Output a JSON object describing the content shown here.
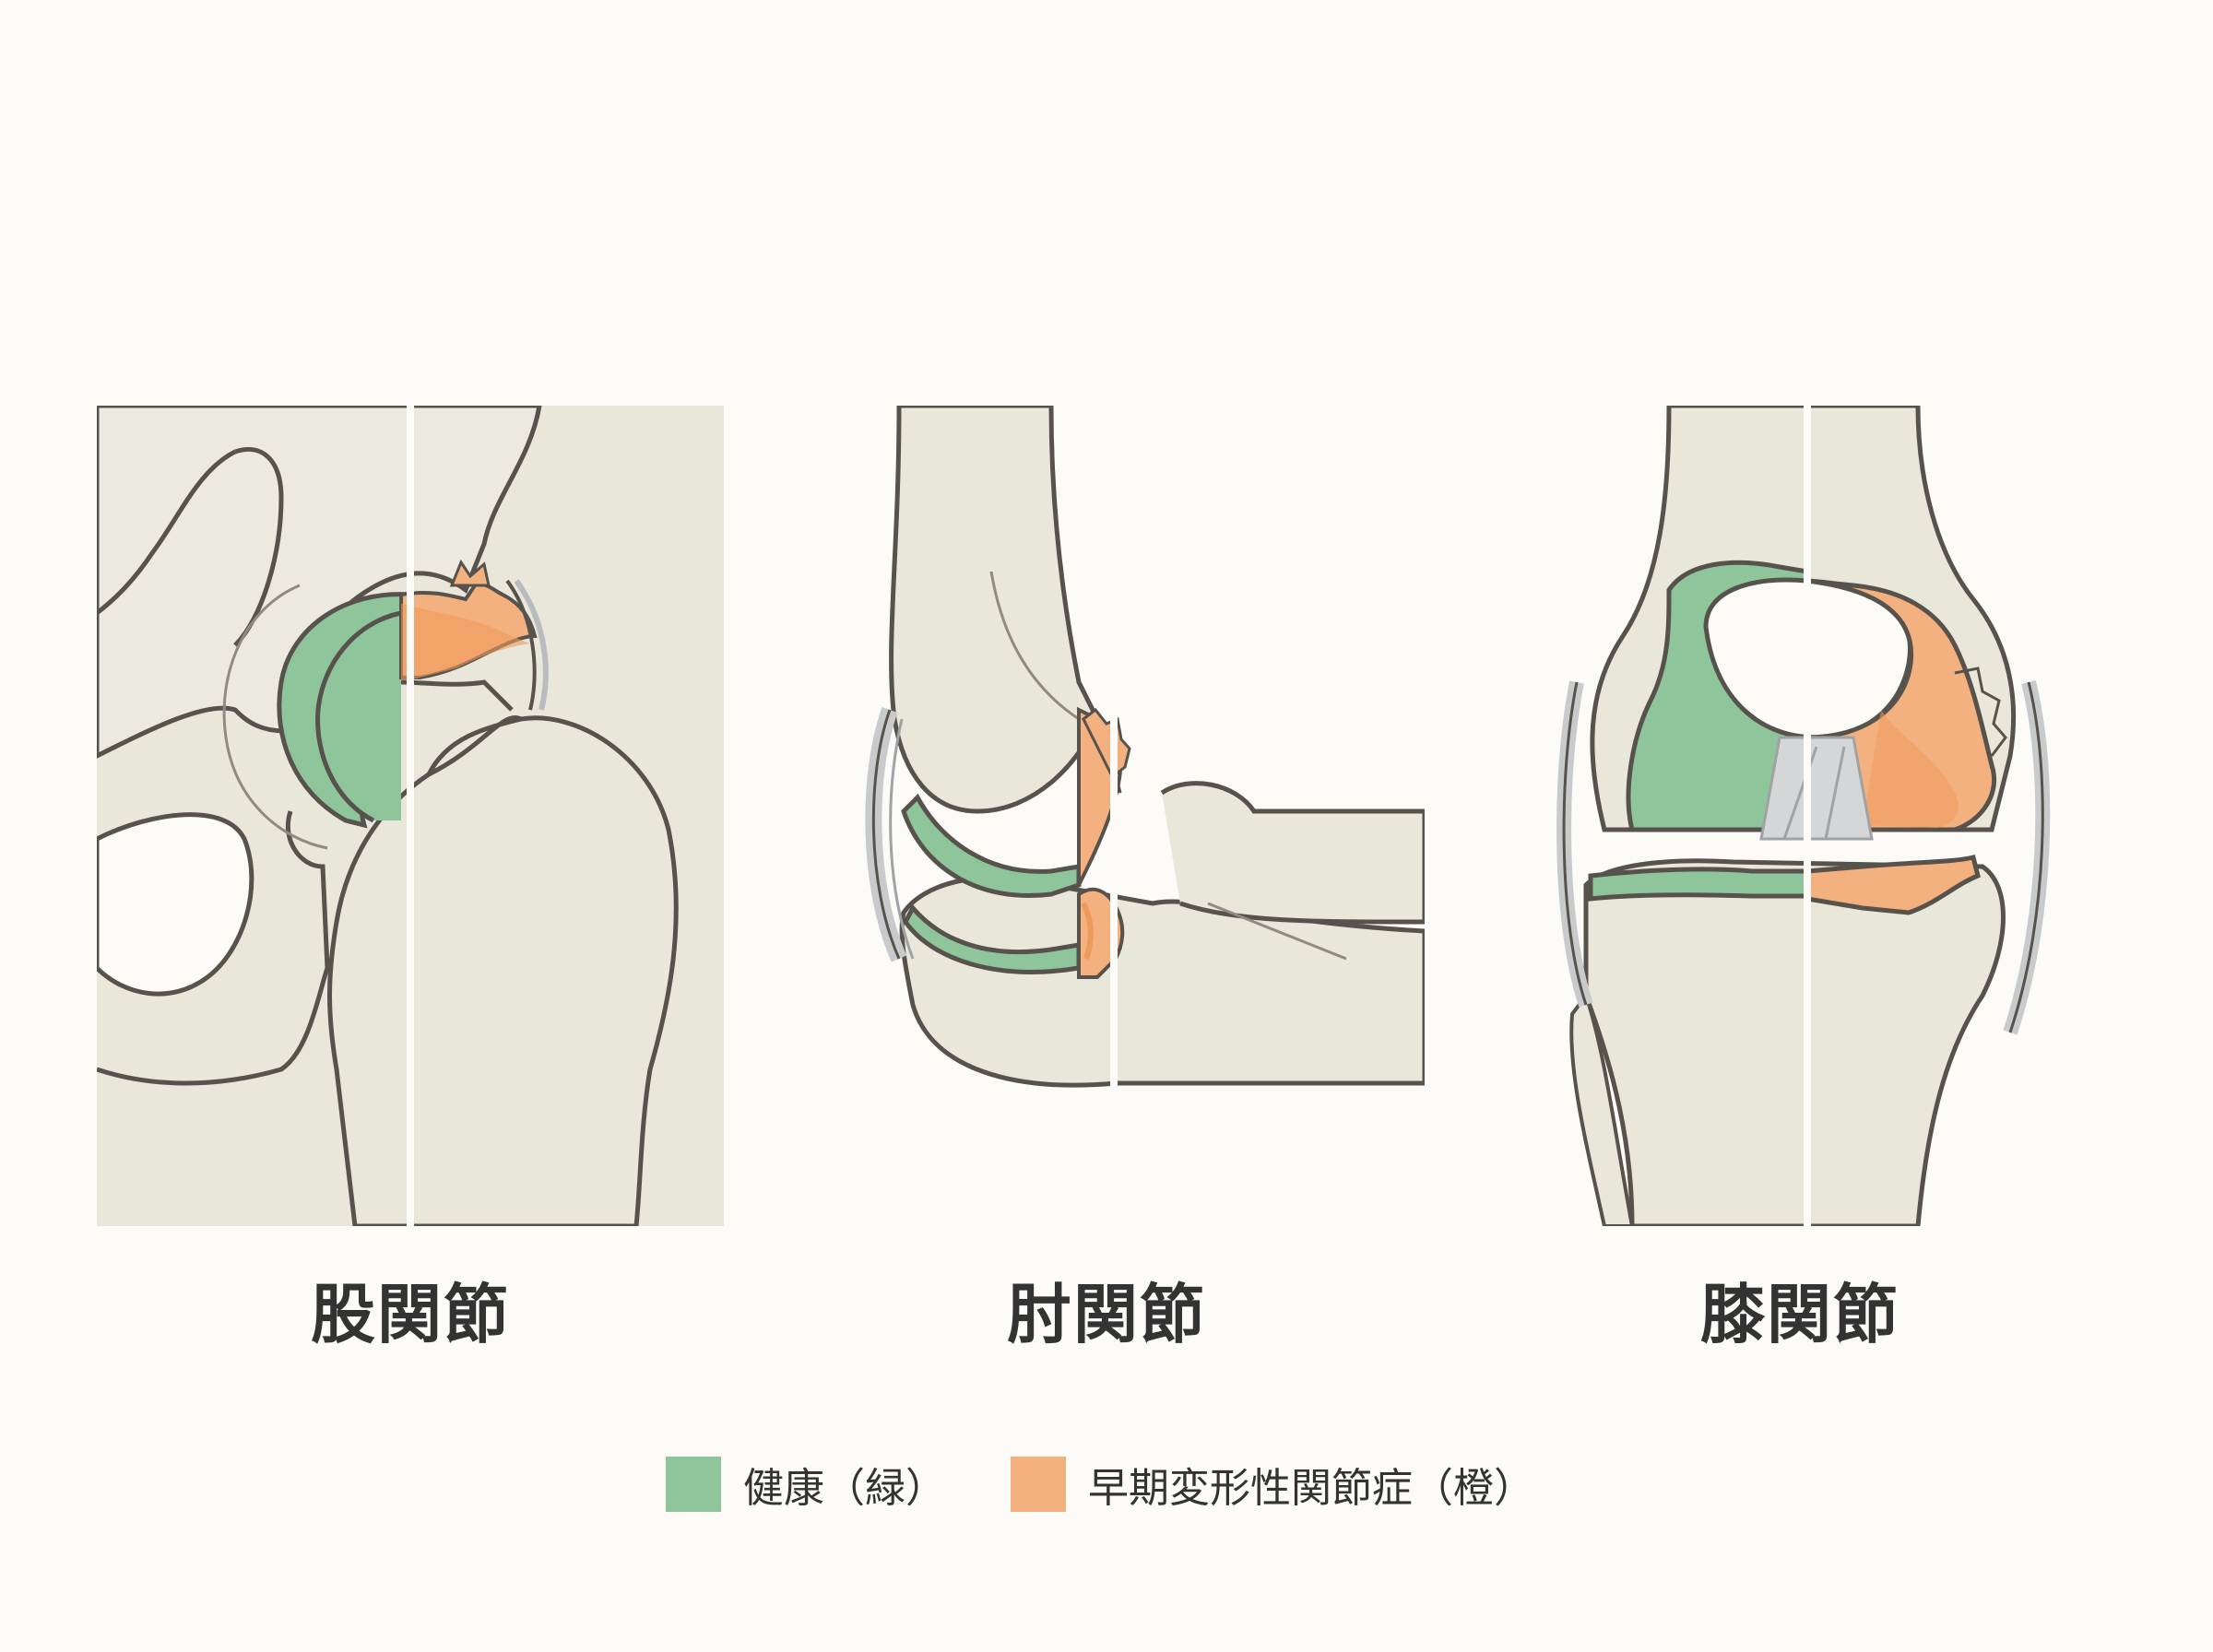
{
  "colors": {
    "healthy": "#8fc59b",
    "degenerative": "#f4b180",
    "degenerative_dark": "#ee9a5c",
    "bone": "#e9e6da",
    "outline": "#57524c",
    "ligament": "#d4d6d8",
    "background": "#fcfbf7"
  },
  "joints": [
    {
      "id": "hip",
      "label": "股関節"
    },
    {
      "id": "elbow",
      "label": "肘関節"
    },
    {
      "id": "knee",
      "label": "膝関節"
    }
  ],
  "legend": [
    {
      "label": "健康（緑）",
      "color_key": "healthy"
    },
    {
      "label": "早期変形性関節症（橙）",
      "color_key": "degenerative"
    }
  ]
}
